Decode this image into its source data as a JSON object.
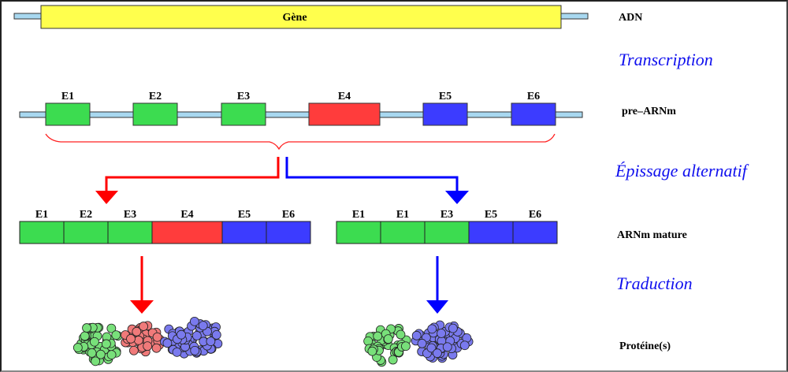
{
  "gene": {
    "label": "Gène",
    "color": "#ffff4d"
  },
  "dna_label": "ADN",
  "steps": {
    "transcription": "Transcription",
    "splicing": "Épissage alternatif",
    "translation": "Traduction"
  },
  "row_labels": {
    "pre_mrna": "pre–ARNm",
    "mature_mrna": "ARNm mature",
    "protein": "Protéine(s)"
  },
  "colors": {
    "green": "#3cdc50",
    "red": "#ff3c3c",
    "blue": "#3c3cff",
    "backbone": "#a8d8f0",
    "arrow_red": "#ff0000",
    "arrow_blue": "#0000ff",
    "step_text": "#1010ee"
  },
  "pre_mrna_exons": [
    {
      "label": "E1",
      "color": "green"
    },
    {
      "label": "E2",
      "color": "green"
    },
    {
      "label": "E3",
      "color": "green"
    },
    {
      "label": "E4",
      "color": "red"
    },
    {
      "label": "E5",
      "color": "blue"
    },
    {
      "label": "E6",
      "color": "blue"
    }
  ],
  "mature_left": [
    {
      "label": "E1",
      "color": "green"
    },
    {
      "label": "E2",
      "color": "green"
    },
    {
      "label": "E3",
      "color": "green"
    },
    {
      "label": "E4",
      "color": "red"
    },
    {
      "label": "E5",
      "color": "blue"
    },
    {
      "label": "E6",
      "color": "blue"
    }
  ],
  "mature_right": [
    {
      "label": "E1",
      "color": "green"
    },
    {
      "label": "E1",
      "color": "green"
    },
    {
      "label": "E3",
      "color": "green"
    },
    {
      "label": "E5",
      "color": "blue"
    },
    {
      "label": "E6",
      "color": "blue"
    }
  ],
  "protein_left": [
    "green",
    "red",
    "blue"
  ],
  "protein_right": [
    "green",
    "blue"
  ]
}
